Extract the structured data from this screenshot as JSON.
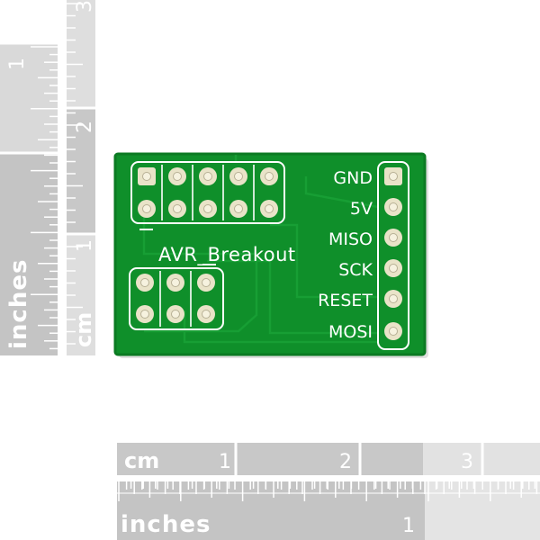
{
  "vertical_ruler": {
    "inches_label": "inches",
    "inch_numbers": [
      "1"
    ],
    "cm_label": "cm",
    "cm_numbers": [
      "3",
      "2",
      "1"
    ]
  },
  "horizontal_ruler": {
    "cm_label": "cm",
    "cm_numbers": [
      "1",
      "2",
      "3"
    ],
    "inches_label": "inches",
    "inch_numbers": [
      "1"
    ]
  },
  "board": {
    "title": "AVR_Breakout",
    "pin_labels": [
      "GND",
      "5V",
      "MISO",
      "SCK",
      "RESET",
      "MOSI"
    ],
    "colors": {
      "pcb": "#0f8f2a",
      "pcb_dark": "#0b7a22",
      "pad": "#e9e3c8",
      "silkscreen": "#ffffff",
      "ruler_dark": "#c4c4c4",
      "ruler_light": "#dedede"
    }
  }
}
